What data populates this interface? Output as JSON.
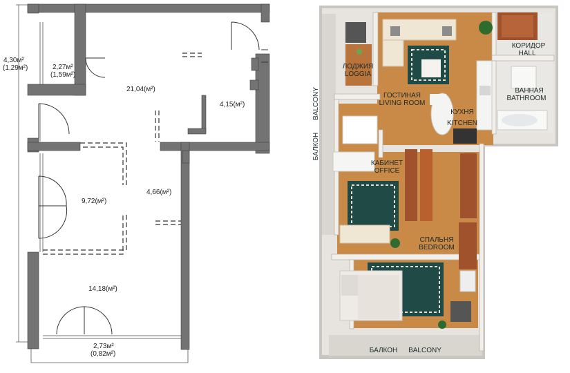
{
  "left_plan": {
    "areas": {
      "living": "21,04(м²)",
      "utility": "4,15(м²)",
      "loggia_area": "2,27м²",
      "loggia_eff": "(1,59м²)",
      "office": "9,72(м²)",
      "corridor": "4,66(м²)",
      "bedroom": "14,18(м²)",
      "balcony_left_area": "4,30м²",
      "balcony_left_eff": "(1,29м²)",
      "balcony_bottom_area": "2,73м²",
      "balcony_bottom_eff": "(0,82м²)"
    }
  },
  "right_plan": {
    "rooms": {
      "loggia_ru": "ЛОДЖИЯ",
      "loggia_en": "LOGGIA",
      "living_ru": "ГОСТИНАЯ",
      "living_en": "LIVING ROOM",
      "kitchen_ru": "КУХНЯ",
      "kitchen_en": "KITCHEN",
      "hall_ru": "КОРИДОР",
      "hall_en": "HALL",
      "bath_ru": "ВАННАЯ",
      "bath_en": "BATHROOM",
      "office_ru": "КАБИНЕТ",
      "office_en": "OFFICE",
      "bedroom_ru": "СПАЛЬНЯ",
      "bedroom_en": "BEDROOM",
      "balcony_side_en": "BALCONY",
      "balcony_side_ru": "БАЛКОН",
      "balcony_bottom_ru": "БАЛКОН",
      "balcony_bottom_en": "BALCONY"
    }
  }
}
